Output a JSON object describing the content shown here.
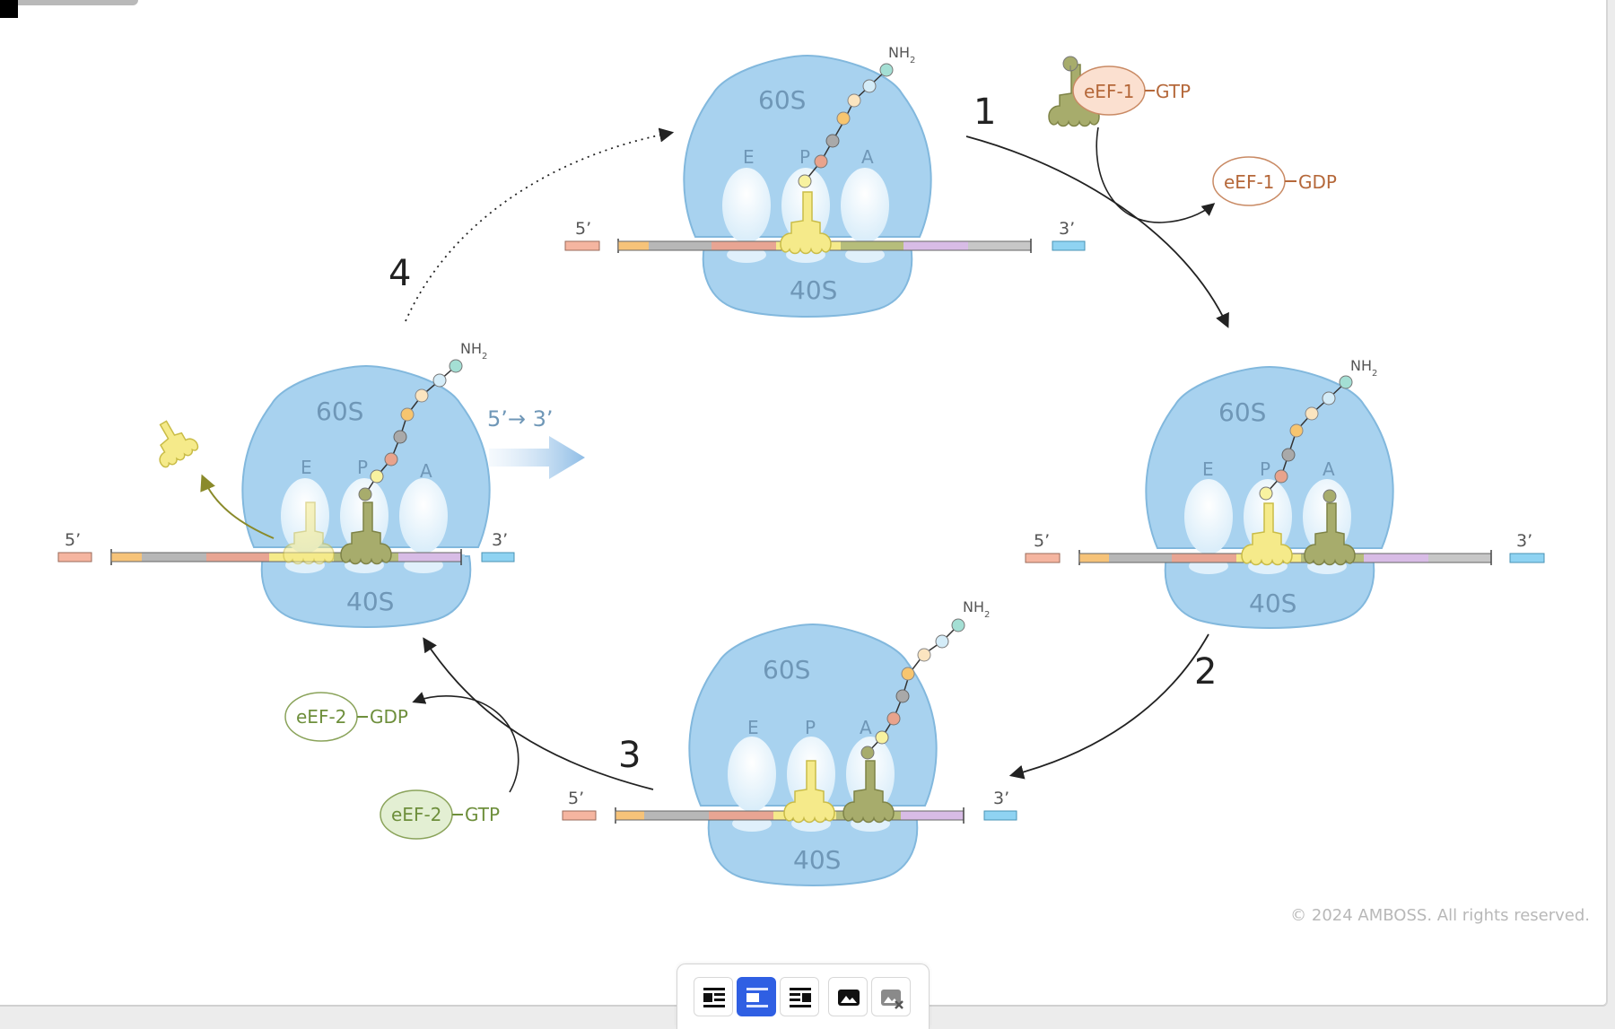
{
  "diagram": {
    "ribosome_large": "60S",
    "ribosome_small": "40S",
    "site_e": "E",
    "site_p": "P",
    "site_a": "A",
    "five_prime": "5’",
    "three_prime": "3’",
    "nh2": "NH",
    "nh2_sub": "2",
    "direction": "5’→ 3’",
    "step1": "1",
    "step2": "2",
    "step3": "3",
    "step4": "4",
    "eef1_gtp_factor": "eEF-1",
    "eef1_gtp_suffix": "GTP",
    "eef1_gdp_factor": "eEF-1",
    "eef1_gdp_suffix": "GDP",
    "eef2_gdp_factor": "eEF-2",
    "eef2_gdp_suffix": "GDP",
    "eef2_gtp_factor": "eEF-2",
    "eef2_gtp_suffix": "GTP",
    "copyright": "© 2024 AMBOSS. All rights reserved."
  },
  "colors": {
    "ribosome": "#a8d2ef",
    "ribosome_edge": "#7fb6dd",
    "trna_p": "#f5ea8a",
    "trna_a": "#a8ad6f",
    "eef1": "#c0703e",
    "eef2": "#6e8f3c",
    "label_blue": "#6f97b7"
  },
  "toolbar": {
    "buttons": [
      {
        "icon": "wrap-left-icon",
        "active": false
      },
      {
        "icon": "align-left-icon",
        "active": true
      },
      {
        "icon": "wrap-right-icon",
        "active": false
      },
      {
        "icon": "image-icon",
        "active": false
      },
      {
        "icon": "remove-image-icon",
        "active": false
      }
    ]
  }
}
